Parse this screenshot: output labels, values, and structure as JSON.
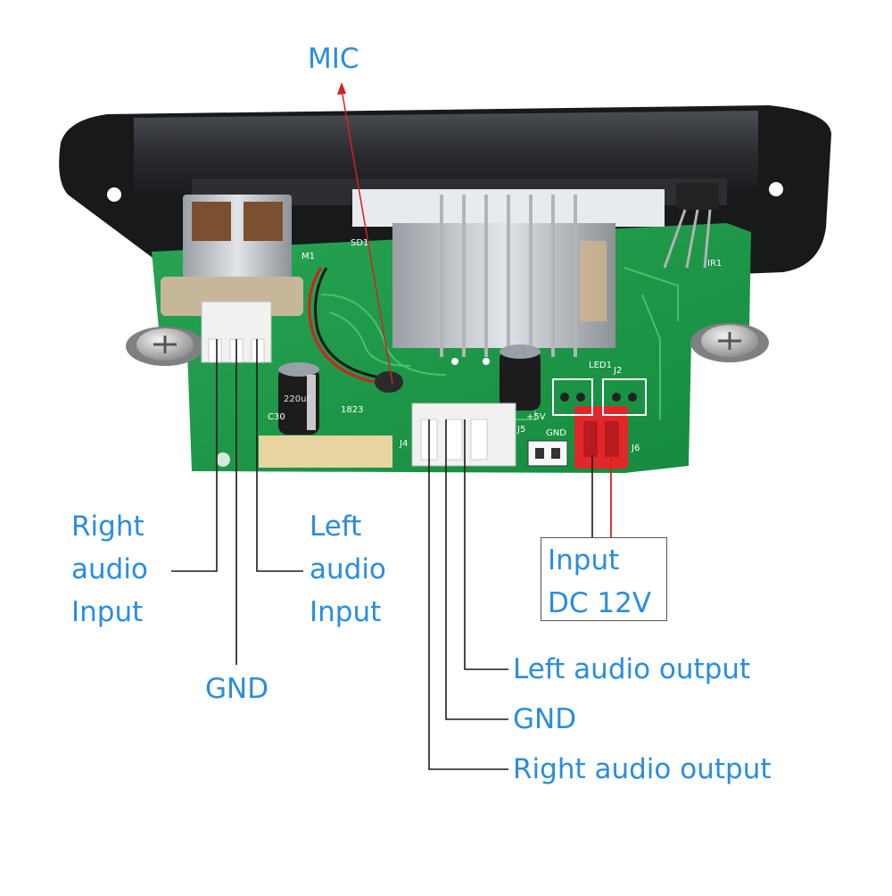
{
  "labels": {
    "mic": "MIC",
    "right_audio_input": [
      "Right",
      "audio",
      "Input"
    ],
    "left_audio_input": [
      "Left",
      "audio",
      "Input"
    ],
    "gnd_input": "GND",
    "input_dc": [
      "Input",
      "DC 12V"
    ],
    "left_audio_output": "Left audio output",
    "gnd_output": "GND",
    "right_audio_output": "Right audio output"
  },
  "board_silkscreen": {
    "sd1": "SD1",
    "ir1": "IR1",
    "j4": "J4",
    "j5": "J5",
    "j6": "J6",
    "j2": "J2",
    "led1": "LED1",
    "c30": "C30",
    "date_code": "1823",
    "gnd": "GND",
    "plus5v": "+5V",
    "m1": "M1",
    "cap_value": "220uF"
  },
  "colors": {
    "label_text": "#2a8de0",
    "pcb": "#1f9a4a",
    "leader_line": "#1a1a1a",
    "mic_wire": "#d42020",
    "power_connector": "#e3262a"
  }
}
